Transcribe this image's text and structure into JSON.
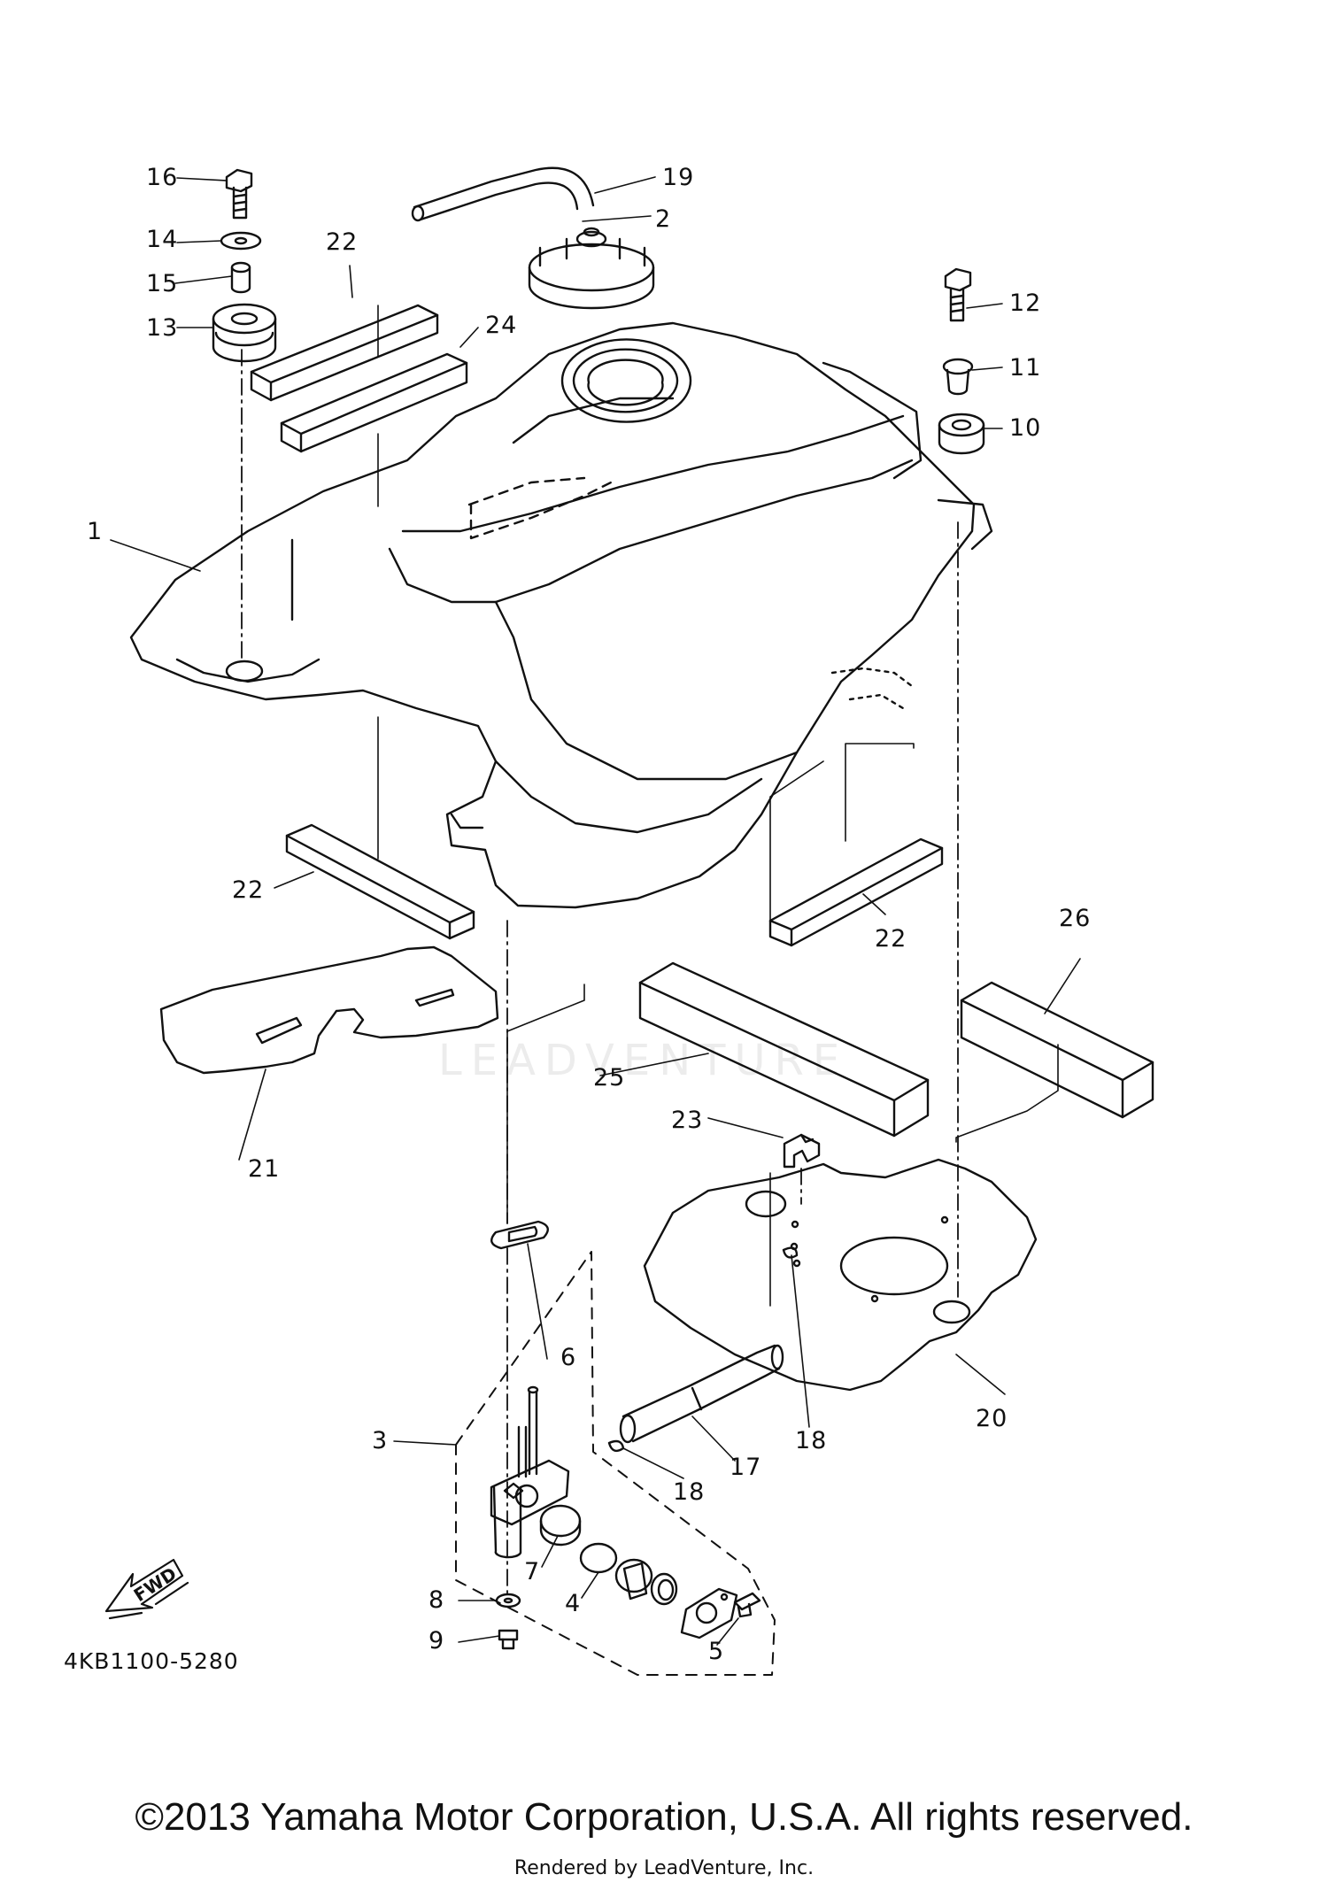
{
  "labels": {
    "p1": "1",
    "p2": "2",
    "p3": "3",
    "p4": "4",
    "p5": "5",
    "p6": "6",
    "p7": "7",
    "p8": "8",
    "p9": "9",
    "p10": "10",
    "p11": "11",
    "p12": "12",
    "p13": "13",
    "p14": "14",
    "p15": "15",
    "p16": "16",
    "p17": "17",
    "p18a": "18",
    "p18b": "18",
    "p19": "19",
    "p20": "20",
    "p21": "21",
    "p22a": "22",
    "p22b": "22",
    "p22c": "22",
    "p23": "23",
    "p24": "24",
    "p25": "25",
    "p26": "26"
  },
  "fwd_arrow": "FWD",
  "diagram_code": "4KB1100-5280",
  "watermark": "LEADVENTURE",
  "copyright": "©2013 Yamaha Motor Corporation, U.S.A. All rights reserved.",
  "rendered_by": "Rendered by LeadVenture, Inc."
}
